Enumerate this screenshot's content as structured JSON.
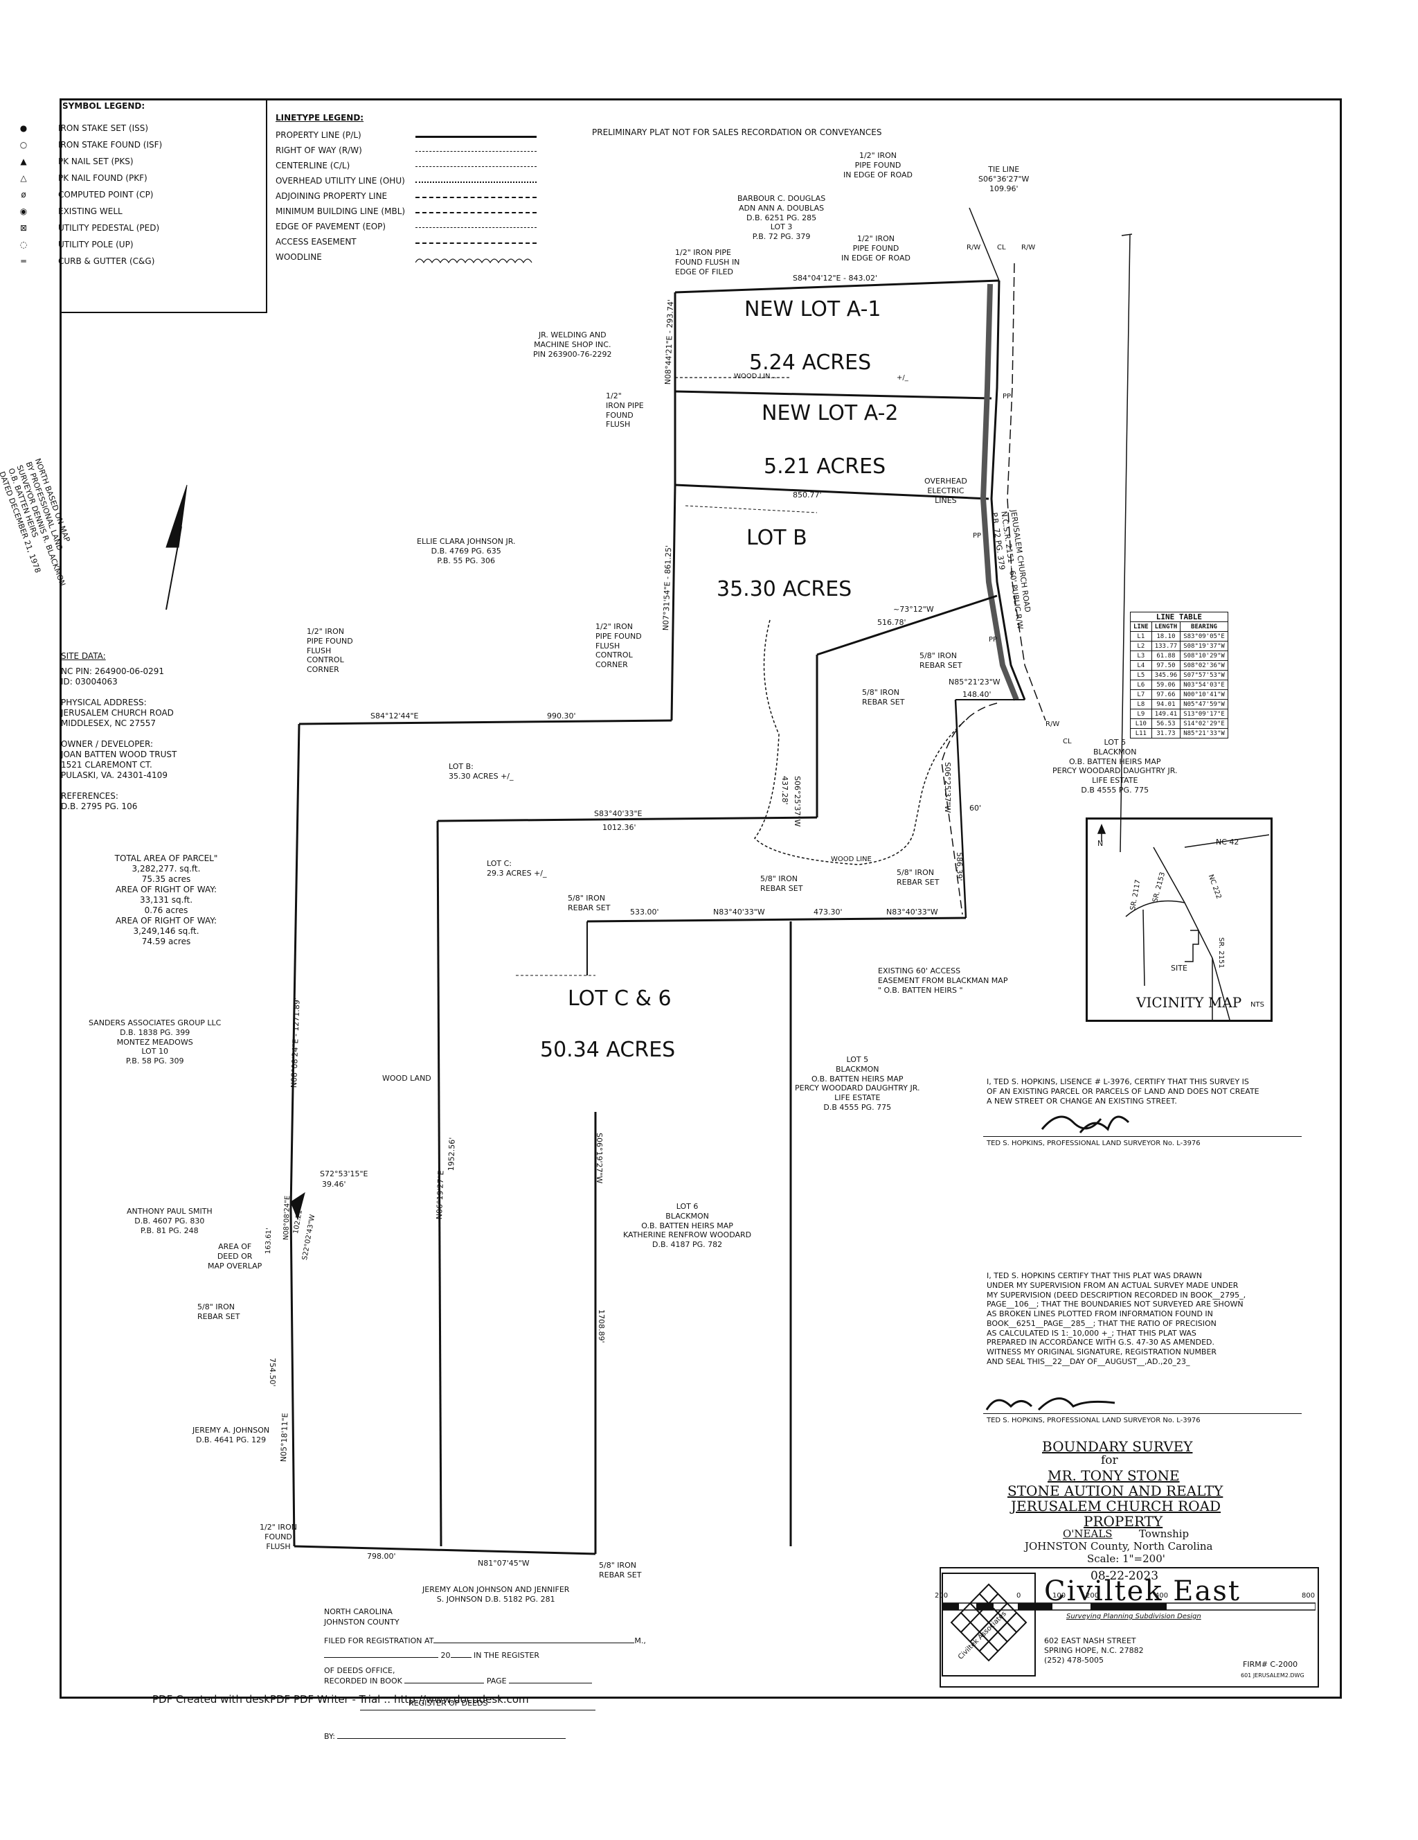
{
  "note_preliminary": "PRELIMINARY PLAT NOT FOR SALES RECORDATION OR CONVEYANCES",
  "symbol_legend": {
    "title": "SYMBOL LEGEND:",
    "items": [
      {
        "symbol": "●",
        "label": "IRON STAKE SET (ISS)"
      },
      {
        "symbol": "○",
        "label": "IRON STAKE FOUND (ISF)"
      },
      {
        "symbol": "▲",
        "label": "PK NAIL SET (PKS)"
      },
      {
        "symbol": "△",
        "label": "PK NAIL FOUND (PKF)"
      },
      {
        "symbol": "ø",
        "label": "COMPUTED POINT (CP)"
      },
      {
        "symbol": "◉",
        "label": "EXISTING WELL"
      },
      {
        "symbol": "⊠",
        "label": "UTILITY PEDESTAL (PED)"
      },
      {
        "symbol": "◌",
        "label": "UTILITY POLE (UP)"
      },
      {
        "symbol": "═",
        "label": "CURB & GUTTER (C&G)"
      }
    ]
  },
  "linetype_legend": {
    "title": "LINETYPE LEGEND:",
    "items": [
      "PROPERTY LINE (P/L)",
      "RIGHT OF WAY (R/W)",
      "CENTERLINE (C/L)",
      "OVERHEAD UTILITY LINE (OHU)",
      "ADJOINING PROPERTY LINE",
      "MINIMUM BUILDING LINE (MBL)",
      "EDGE OF PAVEMENT (EOP)",
      "ACCESS EASEMENT",
      "WOODLINE"
    ]
  },
  "north_note": [
    "NORTH BASED ON MAP",
    "BY PROFESSIONAL LAND",
    "SURVEYOR DENNIS R. BLACKMON",
    "O.B. BATTEN HEIRS",
    "DATED DECEMBER 21, 1978"
  ],
  "site_data": {
    "title": "SITE DATA:",
    "lines": [
      "NC PIN: 264900-06-0291",
      "ID: 03004063"
    ],
    "address_title": "PHYSICAL ADDRESS:",
    "address": [
      "JERUSALEM CHURCH ROAD",
      "MIDDLESEX, NC 27557"
    ],
    "owner_title": "OWNER / DEVELOPER:",
    "owner": [
      "JOAN BATTEN WOOD TRUST",
      "1521 CLAREMONT CT.",
      "PULASKI, VA. 24301-4109"
    ],
    "references_title": "REFERENCES:",
    "references": [
      "D.B. 2795 PG. 106"
    ]
  },
  "areas": [
    "TOTAL AREA OF PARCEL\"",
    "3,282,277. sq.ft.",
    "75.35 acres",
    "AREA OF RIGHT OF WAY:",
    "33,131 sq.ft.",
    "0.76 acres",
    "AREA OF RIGHT OF WAY:",
    "3,249,146 sq.ft.",
    "74.59 acres"
  ],
  "lots": {
    "a1_name": "NEW LOT A-1",
    "a1_area": "5.24 ACRES",
    "a2_name": "NEW LOT A-2",
    "a2_area": "5.21 ACRES",
    "b_name": "LOT B",
    "b_area": "35.30 ACRES",
    "c6_name": "LOT C & 6",
    "c6_area": "50.34 ACRES"
  },
  "labels": {
    "tie_line": [
      "TIE LINE",
      "S06°36'27\"W",
      "109.96'"
    ],
    "pipe_edge_top": [
      "1/2\" IRON",
      "PIPE FOUND",
      "IN EDGE OF ROAD"
    ],
    "pipe_edge_2": [
      "1/2\" IRON",
      "PIPE FOUND",
      "IN EDGE OF ROAD"
    ],
    "barbour": [
      "BARBOUR C. DOUGLAS",
      "ADN ANN A. DOUBLAS",
      "D.B. 6251 PG. 285",
      "LOT 3",
      "P.B. 72 PG. 379"
    ],
    "pipe_flush_filed": [
      "1/2\" IRON PIPE",
      "FOUND FLUSH IN",
      "EDGE OF FILED"
    ],
    "welding": [
      "JR. WELDING AND",
      "MACHINE SHOP INC.",
      "PIN 263900-76-2292"
    ],
    "pipe_flush_left": [
      "1/2\"",
      "IRON PIPE",
      "FOUND",
      "FLUSH"
    ],
    "ellie": [
      "ELLIE CLARA JOHNSON JR.",
      "D.B. 4769 PG. 635",
      "P.B. 55 PG. 306"
    ],
    "control_left": [
      "1/2\" IRON",
      "PIPE FOUND",
      "FLUSH",
      "CONTROL",
      "CORNER"
    ],
    "control_mid": [
      "1/2\" IRON",
      "PIPE FOUND",
      "FLUSH",
      "CONTROL",
      "CORNER"
    ],
    "lot_b_small": [
      "LOT B:",
      "35.30 ACRES +/_"
    ],
    "lot_c_small": [
      "LOT C:",
      "29.3 ACRES +/_"
    ],
    "overhead": [
      "OVERHEAD",
      "ELECTRIC",
      "LINES"
    ],
    "road": [
      "JERUSALEM CHURCH ROAD",
      "N.C.S.R. 2151 - 60' PUBLIC R/W",
      "P.B. 72 PG. 379"
    ],
    "rebar_set_1": [
      "5/8\" IRON",
      "REBAR SET"
    ],
    "rebar_set_2": [
      "5/8\" IRON",
      "REBAR SET"
    ],
    "rebar_set_3": [
      "5/8\" IRON",
      "REBAR SET"
    ],
    "rebar_set_4": [
      "5/8\" IRON",
      "REBAR SET"
    ],
    "rebar_set_5": [
      "5/8\" IRON",
      "REBAR SET"
    ],
    "rebar_set_6": [
      "5/8\" IRON",
      "REBAR SET"
    ],
    "rebar_set_7": [
      "5/8\" IRON",
      "REBAR SET"
    ],
    "lot5_right": [
      "LOT 5",
      "BLACKMON",
      "O.B. BATTEN HEIRS MAP",
      "PERCY WOODARD DAUGHTRY JR.",
      "LIFE ESTATE",
      "D.B 4555 PG. 775"
    ],
    "lot5_mid": [
      "LOT 5",
      "BLACKMON",
      "O.B. BATTEN HEIRS MAP",
      "PERCY WOODARD DAUGHTRY JR.",
      "LIFE ESTATE",
      "D.B 4555 PG. 775"
    ],
    "easement": [
      "EXISTING 60' ACCESS",
      "EASEMENT FROM BLACKMAN MAP",
      "\" O.B. BATTEN HEIRS \""
    ],
    "sanders": [
      "SANDERS ASSOCIATES GROUP LLC",
      "D.B. 1838 PG. 399",
      "MONTEZ MEADOWS",
      "LOT 10",
      "P.B. 58 PG. 309"
    ],
    "wood_land": "WOOD LAND",
    "anthony": [
      "ANTHONY PAUL SMITH",
      "D.B. 4607 PG. 830",
      "P.B. 81 PG. 248"
    ],
    "deed_overlap": [
      "AREA OF",
      "DEED OR",
      "MAP OVERLAP"
    ],
    "lot6": [
      "LOT 6",
      "BLACKMON",
      "O.B. BATTEN HEIRS MAP",
      "KATHERINE RENFROW WOODARD",
      "D.B. 4187 PG. 782"
    ],
    "jeremy_a": [
      "JEREMY A. JOHNSON",
      "D.B. 4641 PG. 129"
    ],
    "pipe_bottom": [
      "1/2\" IRON",
      "FOUND",
      "FLUSH"
    ],
    "jeremy_alon": [
      "JEREMY ALON JOHNSON AND JENNIFER",
      "S. JOHNSON D.B. 5182 PG. 281"
    ],
    "wood_line_1": "WOOD LIN...",
    "wood_line_2": "WOOD LINE",
    "pp": "PP",
    "rw": "R/W",
    "cl": "CL",
    "plus_minus": "+/_"
  },
  "dims": {
    "top": "S84°04'12\"E      -     843.02'",
    "a_div": "850.77'",
    "left_a1": "N08°44'21\"E - 293.74'",
    "left_b": "N07°31'54\"E   -   861.25'",
    "s84_left": "S84°12'44\"E",
    "d990": "990.30'",
    "d516": "516.78'",
    "bear_516": "~73°12\"W",
    "n85": "N85°21'23\"W",
    "d148": "148.40'",
    "s06_437": "S06°25'37\"W",
    "d437": "437.28'",
    "s83": "S83°40'33\"E",
    "d1012": "1012.36'",
    "s06_586": "S06°25'37\"W",
    "d586": "586.39'",
    "d60": "60'",
    "d533": "533.00'",
    "n83_1": "N83°40'33\"W",
    "d473": "473.30'",
    "n83_2": "N83°40'33\"W",
    "left_long_1": "N08°08'24\"E - 1271.89'",
    "n06_mid": "N06°19'27\"E",
    "d1952": "1952.56'",
    "s06_19": "S06°19'27\"W",
    "d1708": "1708.89'",
    "s72": "S72°53'15\"E",
    "d39": "39.46'",
    "left_163": "N08°08'24\"E",
    "d163": "163.61'",
    "s22": "S22°02'43\"W",
    "d102": "102.21'",
    "d754": "754.50'",
    "n05": "N05°18'11\"E",
    "d798": "798.00'",
    "n81": "N81°07'45\"W"
  },
  "line_table": {
    "title": "LINE TABLE",
    "headers": [
      "LINE",
      "LENGTH",
      "BEARING"
    ],
    "rows": [
      [
        "L1",
        "18.10",
        "S83°09'05\"E"
      ],
      [
        "L2",
        "133.77",
        "S08°19'37\"W"
      ],
      [
        "L3",
        "61.88",
        "S08°10'29\"W"
      ],
      [
        "L4",
        "97.50",
        "S08°02'36\"W"
      ],
      [
        "L5",
        "345.96",
        "S07°57'53\"W"
      ],
      [
        "L6",
        "59.06",
        "N03°54'03\"E"
      ],
      [
        "L7",
        "97.66",
        "N00°10'41\"W"
      ],
      [
        "L8",
        "94.01",
        "N05°47'59\"W"
      ],
      [
        "L9",
        "149.41",
        "S13°09'17\"E"
      ],
      [
        "L10",
        "56.53",
        "S14°02'29\"E"
      ],
      [
        "L11",
        "31.73",
        "N85°21'33\"W"
      ]
    ]
  },
  "vicinity": {
    "title": "VICINITY MAP",
    "nts": "NTS",
    "north": "N",
    "labels": [
      "NC 42",
      "SR. 2117",
      "SR. 2153",
      "NC 222",
      "SR. 2151",
      "SITE"
    ]
  },
  "cert1": [
    "I, TED S. HOPKINS, LISENCE # L-3976, CERTIFY THAT THIS SURVEY IS",
    "OF AN EXISTING PARCEL OR PARCELS OF LAND AND DOES NOT CREATE",
    "A NEW STREET OR CHANGE AN EXISTING STREET."
  ],
  "surveyor_line": "TED S. HOPKINS, PROFESSIONAL LAND SURVEYOR No.  L-3976",
  "cert2": [
    "I, TED S. HOPKINS CERTIFY THAT THIS PLAT WAS DRAWN",
    "UNDER MY SUPERVISION FROM AN ACTUAL SURVEY MADE UNDER",
    "MY SUPERVISION (DEED DESCRIPTION RECORDED IN BOOK__2795_,",
    "PAGE__106__; THAT THE BOUNDARIES NOT SURVEYED ARE SHOWN",
    "AS BROKEN LINES PLOTTED FROM INFORMATION FOUND IN",
    "BOOK__6251__PAGE__285__; THAT THE RATIO OF PRECISION",
    "AS CALCULATED IS 1:_10,000 +_; THAT THIS PLAT WAS",
    "PREPARED IN ACCORDANCE WITH G.S. 47-30 AS AMENDED.",
    "WITNESS MY ORIGINAL SIGNATURE, REGISTRATION NUMBER",
    "AND SEAL THIS__22__DAY OF__AUGUST__,AD.,20_23_"
  ],
  "surveyor_line_2": "TED S. HOPKINS, PROFESSIONAL LAND SURVEYOR No.  L-3976",
  "title_block": {
    "survey": "BOUNDARY SURVEY",
    "for": "for",
    "client": "MR. TONY STONE",
    "company": "STONE AUTION AND REALTY",
    "road": "JERUSALEM CHURCH ROAD",
    "property": "PROPERTY",
    "township_name": "O'NEALS",
    "township": "Township",
    "county": "JOHNSTON County, North Carolina",
    "scale": "Scale: 1\"=200'",
    "date": "08-22-2023"
  },
  "scale_bar": [
    "200",
    "0",
    "100",
    "200",
    "400",
    "800"
  ],
  "firm": {
    "name": "Civiltek East",
    "tagline": "Surveying Planning Subdivision Design",
    "address": [
      "602 EAST NASH STREET",
      "SPRING HOPE, N.C. 27882",
      "(252) 478-5005"
    ],
    "firm_no": "FIRM# C-2000",
    "dwg": "601 JERUSALEM2.DWG",
    "logo_text": "Civiltek Associates"
  },
  "registration": {
    "state": "NORTH CAROLINA",
    "county": "JOHNSTON COUNTY",
    "filed": "FILED FOR REGISTRATION AT",
    "m": "M.,",
    "year_prefix": "20",
    "in_register": "IN THE REGISTER",
    "of_deeds": "OF DEEDS OFFICE,",
    "recorded": "RECORDED IN BOOK",
    "page": "PAGE",
    "register_of_deeds": "REGISTER OF DEEDS",
    "by": "BY:"
  },
  "footer": "PDF Created with deskPDF PDF Writer - Trial :: http://www.docudesk.com"
}
